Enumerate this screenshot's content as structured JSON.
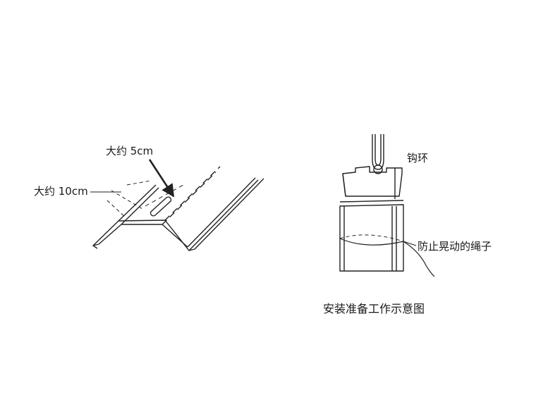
{
  "labels": {
    "about_5cm": "大约  5cm",
    "about_10cm": "大约  10cm",
    "hook_ring": "钩环",
    "anti_sway_rope": "防止晃动的绳子"
  },
  "caption": "安装准备工作示意图",
  "colors": {
    "line": "#222222",
    "background": "#ffffff"
  }
}
